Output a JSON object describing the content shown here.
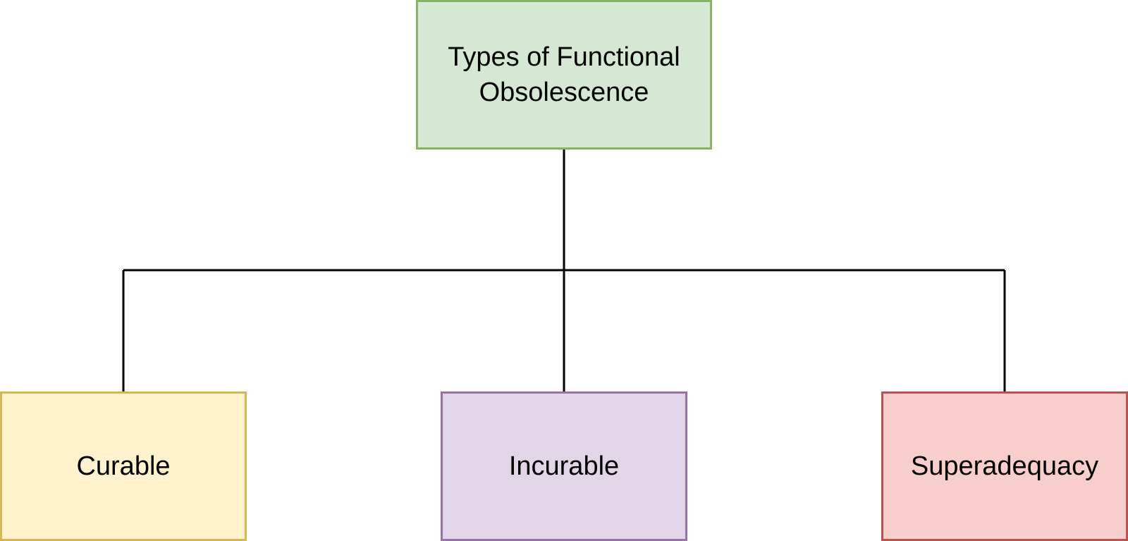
{
  "diagram": {
    "root": {
      "label": "Types of Functional Obsolescence",
      "fill": "#d5e8d4",
      "border": "#82b366"
    },
    "children": [
      {
        "id": "curable",
        "label": "Curable",
        "fill": "#fff2cc",
        "border": "#d6b656"
      },
      {
        "id": "incurable",
        "label": "Incurable",
        "fill": "#e1d5e7",
        "border": "#9673a6"
      },
      {
        "id": "superadequacy",
        "label": "Superadequacy",
        "fill": "#f8cecc",
        "border": "#b85450"
      }
    ],
    "connector_color": "#000000"
  }
}
